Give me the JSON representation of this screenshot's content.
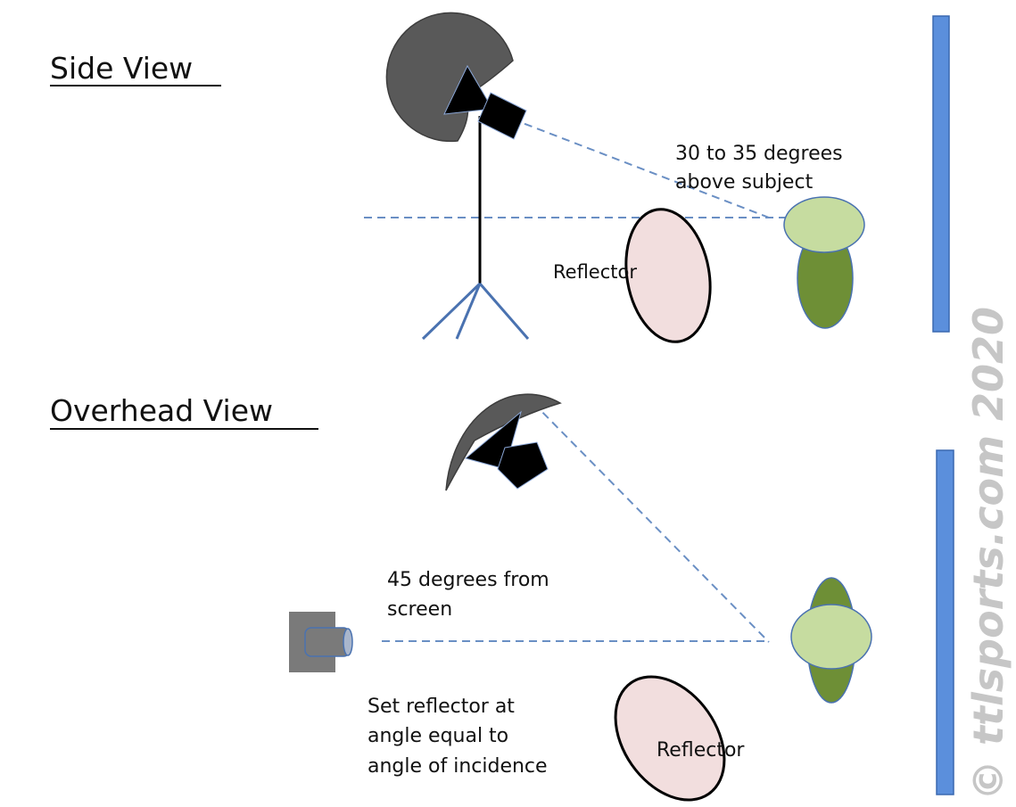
{
  "side_view": {
    "title": "Side View",
    "angle_label_line1": "30 to 35 degrees",
    "angle_label_line2": "above subject",
    "reflector_label": "Reflector"
  },
  "overhead_view": {
    "title": "Overhead View",
    "angle_label_line1": "45 degrees from",
    "angle_label_line2": "screen",
    "note_line1": "Set reflector at",
    "note_line2": "angle equal to",
    "note_line3": "angle of incidence",
    "reflector_label": "Reflector"
  },
  "watermark": "© ttlsports.com 2020",
  "colors": {
    "umbrella": "#595959",
    "flash": "#000000",
    "guide_line": "#6a8fc4",
    "stand_leg": "#4a72b0",
    "background_screen": "#5b8fdc",
    "subject_head": "#c6dca0",
    "subject_body": "#6e8f36",
    "reflector_fill": "#f2dede",
    "camera_body": "#7a7a7a",
    "camera_lens": "#a9b6cc"
  }
}
